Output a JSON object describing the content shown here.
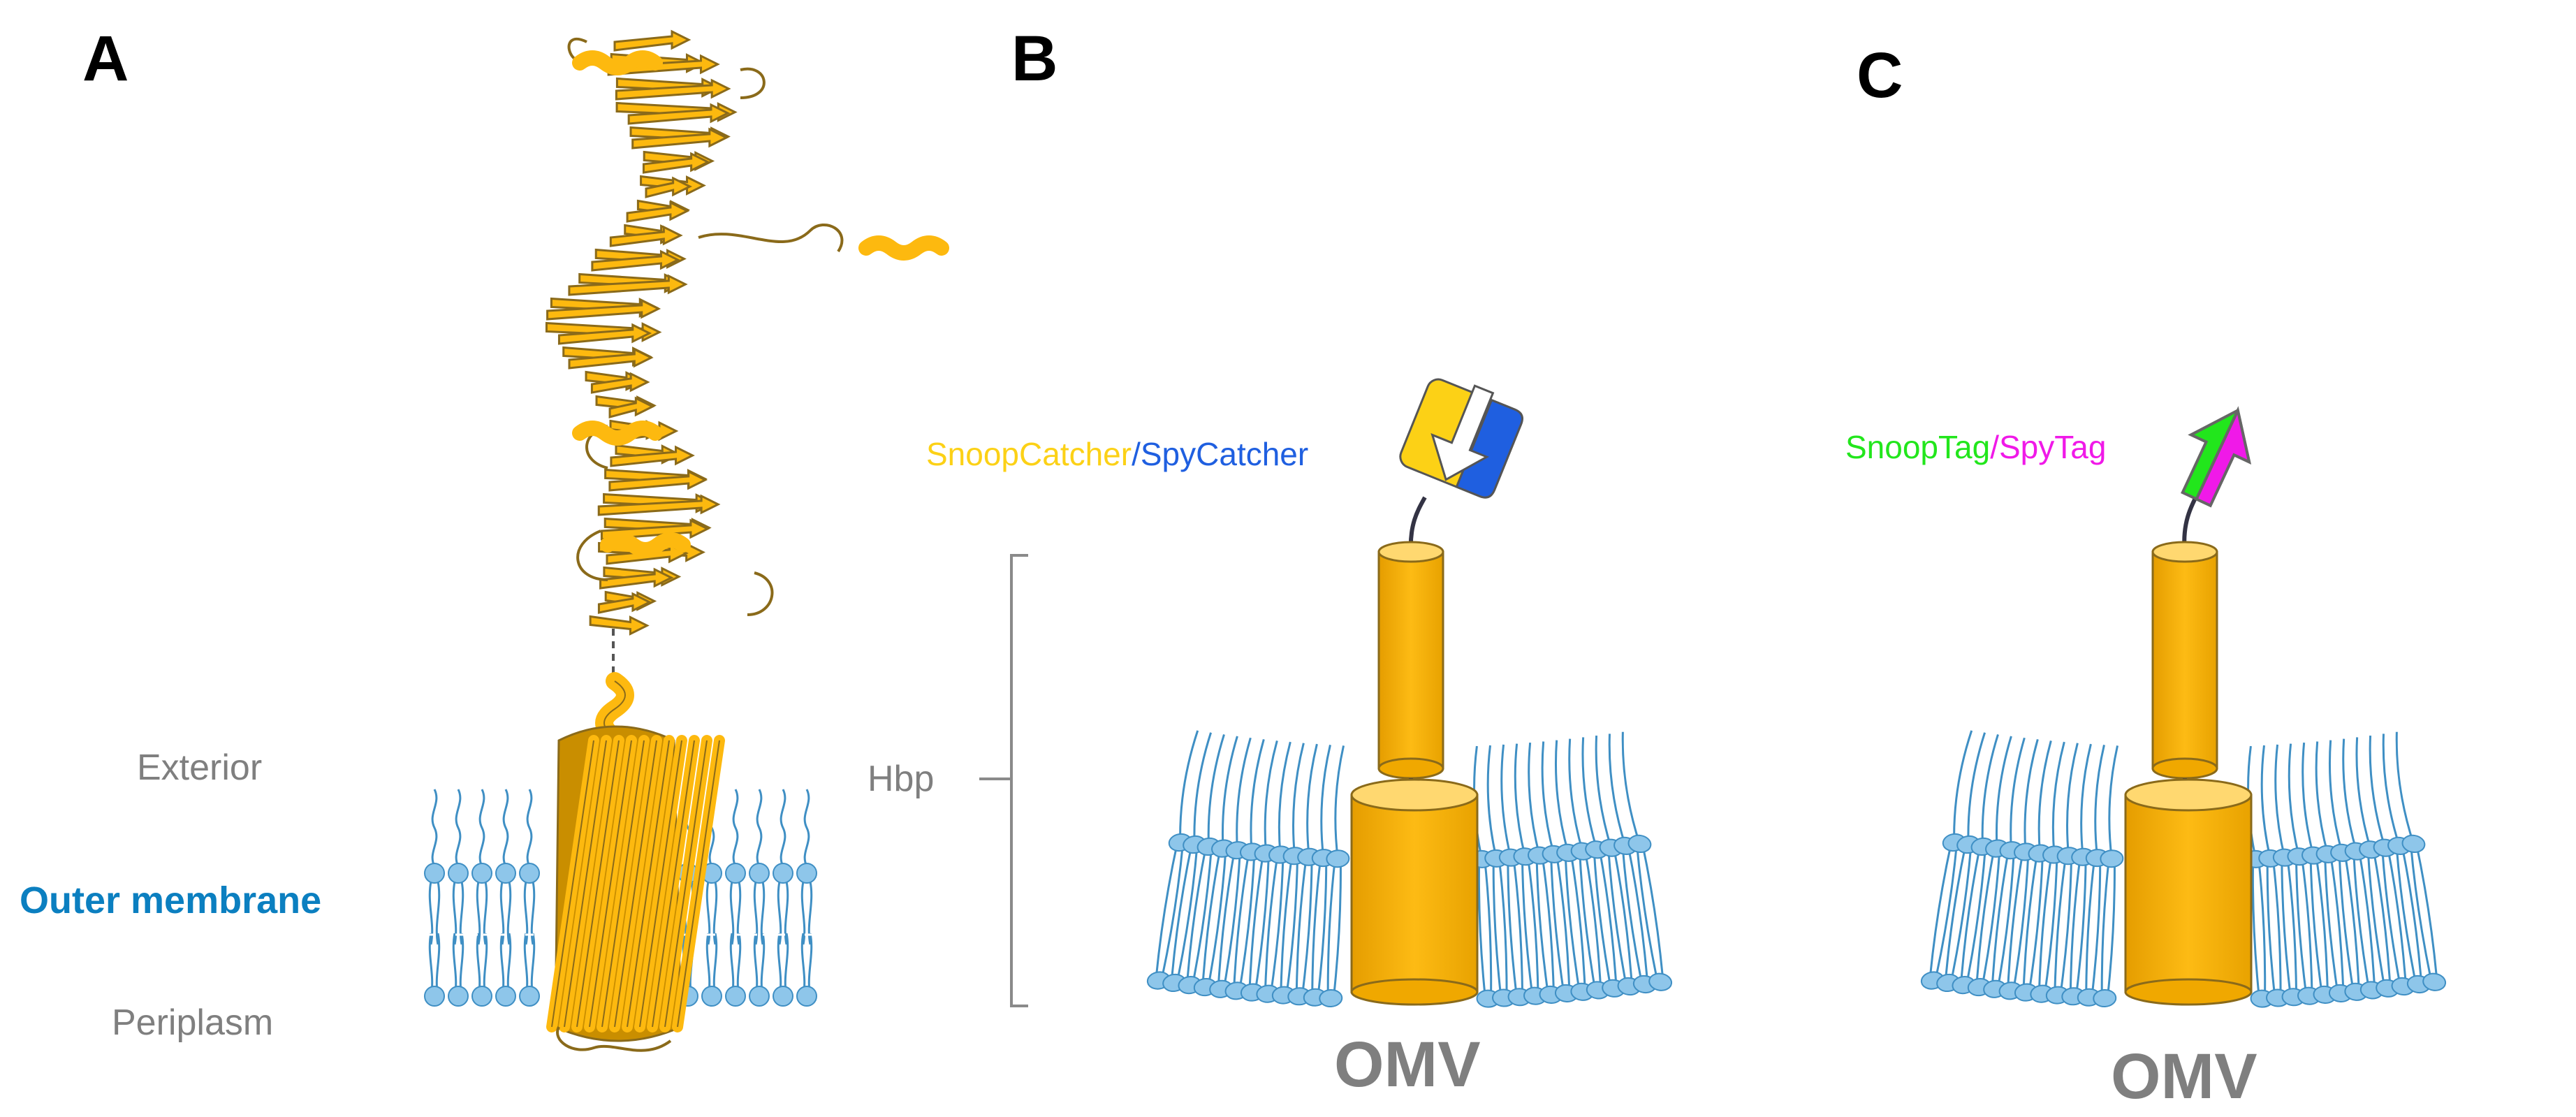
{
  "panels": {
    "a": "A",
    "b": "B",
    "c": "C"
  },
  "panel_a": {
    "exterior": "Exterior",
    "outer_membrane": "Outer membrane",
    "periplasm": "Periplasm"
  },
  "panel_b": {
    "catcher_1": "SnoopCatcher",
    "separator": "/",
    "catcher_2": "SpyCatcher",
    "hbp": "Hbp",
    "omv": "OMV"
  },
  "panel_c": {
    "tag_1": "SnoopTag",
    "separator": "/",
    "tag_2": "SpyTag",
    "omv": "OMV"
  },
  "colors": {
    "protein": "#fdb90f",
    "protein_edge": "#8a6a1a",
    "lipid_head": "#8ec6ea",
    "lipid_tail": "#3f8fc4",
    "snoop_catcher": "#fcd116",
    "spy_catcher": "#1f5fe0",
    "snoop_tag": "#22e61c",
    "spy_tag": "#f019e8",
    "text_gray": "#7f7f7f",
    "membrane_blue": "#0b7fc0"
  },
  "icons": [
    "protein-structure-cartoon",
    "lipid-bilayer",
    "catcher-domain-icon",
    "tag-arrow-icon"
  ]
}
